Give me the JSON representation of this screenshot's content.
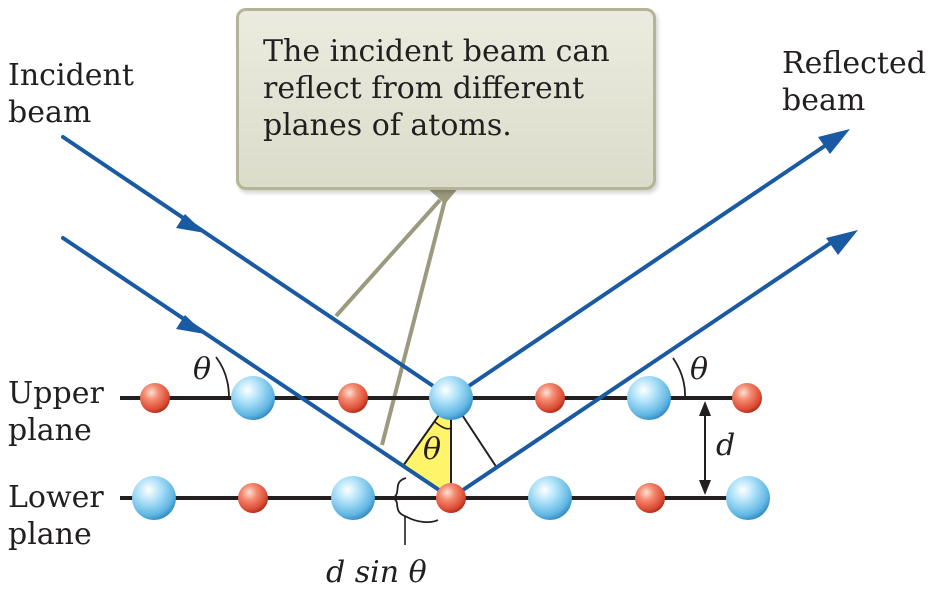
{
  "callout": {
    "text": "The incident beam can\nreflect from different\nplanes of atoms."
  },
  "labels": {
    "incident": "Incident\nbeam",
    "reflected": "Reflected\nbeam",
    "upper_plane": "Upper\nplane",
    "lower_plane": "Lower\nplane",
    "theta": "θ",
    "spacing": "d",
    "path_difference": "d sin θ"
  },
  "colors": {
    "beam": "#1a5aa3",
    "callout_fill": "#e4e4d6",
    "callout_border": "#b5b497",
    "pointer": "#9c9a7e",
    "triangle_fill": "#fff46a",
    "plane_line": "#231f20",
    "large_atom": "#79c9ef",
    "small_atom": "#e5533f"
  }
}
